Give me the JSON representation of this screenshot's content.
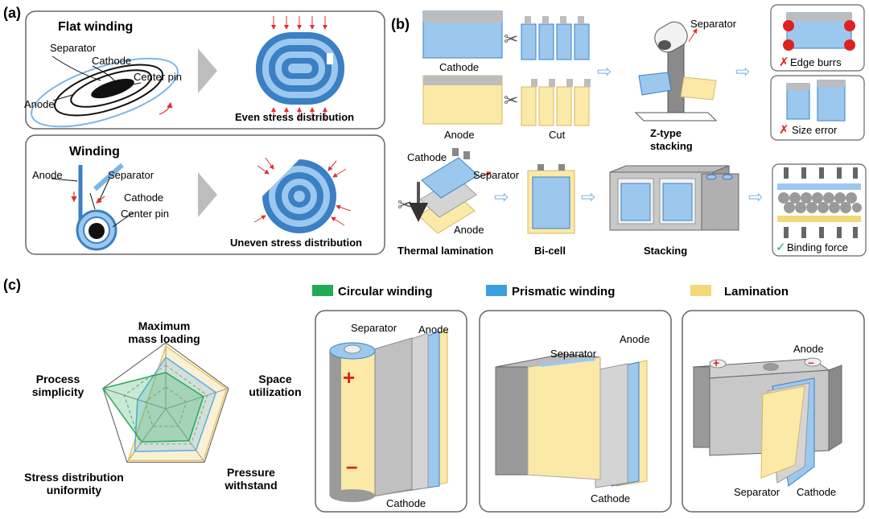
{
  "panel_a": {
    "label": "(a)",
    "flat": {
      "title": "Flat winding",
      "separator": "Separator",
      "cathode": "Cathode",
      "center_pin": "Center pin",
      "anode": "Anode",
      "result": "Even stress distribution"
    },
    "round": {
      "title": "Winding",
      "anode": "Anode",
      "separator": "Separator",
      "cathode": "Cathode",
      "center_pin": "Center pin",
      "result": "Uneven stress distribution"
    }
  },
  "panel_b": {
    "label": "(b)",
    "cathode": "Cathode",
    "anode": "Anode",
    "cut": "Cut",
    "separator": "Separator",
    "z_stacking_line1": "Z-type",
    "z_stacking_line2": "stacking",
    "edge_burrs": "Edge burrs",
    "size_error": "Size error",
    "lam_cathode": "Cathode",
    "lam_separator": "Separator",
    "lam_anode": "Anode",
    "thermal_lamination": "Thermal lamination",
    "bicell": "Bi-cell",
    "stacking": "Stacking",
    "binding_force": "Binding force"
  },
  "panel_c": {
    "label": "(c)",
    "radar": {
      "axes": [
        {
          "line1": "Maximum",
          "line2": "mass loading"
        },
        {
          "line1": "Space",
          "line2": "utilization"
        },
        {
          "line1": "Pressure",
          "line2": "withstand"
        },
        {
          "line1": "Stress distribution",
          "line2": "uniformity"
        },
        {
          "line1": "Process",
          "line2": "simplicity"
        }
      ],
      "series": [
        {
          "name": "Circular winding",
          "color": "#22aa55",
          "values": [
            0.55,
            0.6,
            0.6,
            0.62,
            1.0
          ]
        },
        {
          "name": "Prismatic winding",
          "color": "#5aaee0",
          "values": [
            0.78,
            0.8,
            0.78,
            0.8,
            0.45
          ]
        },
        {
          "name": "Lamination",
          "color": "#e8c45a",
          "values": [
            0.95,
            0.97,
            0.97,
            0.97,
            0.3
          ]
        }
      ]
    },
    "legend": [
      {
        "label": "Circular winding",
        "color": "#22aa55"
      },
      {
        "label": "Prismatic winding",
        "color": "#3aa0e0"
      },
      {
        "label": "Lamination",
        "color": "#f3d878"
      }
    ],
    "cyl": {
      "separator": "Separator",
      "anode": "Anode",
      "cathode": "Cathode",
      "plus": "+",
      "minus": "–"
    },
    "pris": {
      "separator": "Separator",
      "anode": "Anode",
      "cathode": "Cathode"
    },
    "lam": {
      "anode": "Anode",
      "separator": "Separator",
      "cathode": "Cathode",
      "plus": "+",
      "minus": "–"
    }
  },
  "colors": {
    "blue": "#9cc8ee",
    "blue_dark": "#3b7fc4",
    "yellow": "#fbe9a8",
    "gray": "#bdbdbd",
    "red": "#e02020"
  }
}
